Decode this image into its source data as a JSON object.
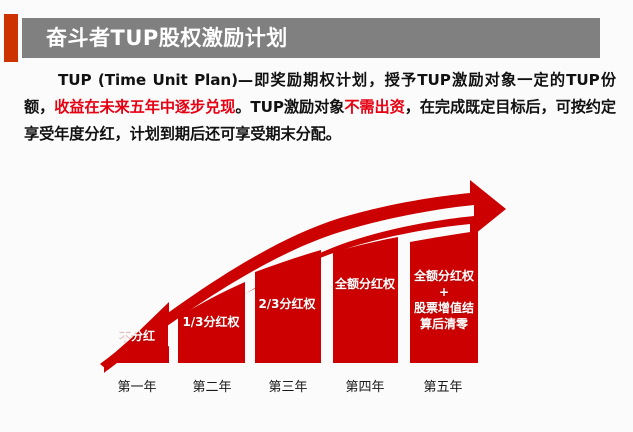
{
  "header": {
    "title": "奋斗者TUP股权激励计划",
    "band_color": "#808080",
    "accent_color": "#cc3300",
    "title_color": "#ffffff"
  },
  "body": {
    "segments": [
      {
        "text": "TUP (Time Unit Plan)—即奖励期权计划，授予TUP激励对象一定的TUP份额，",
        "highlight": false
      },
      {
        "text": "收益在未来五年中逐步兑现",
        "highlight": true
      },
      {
        "text": "。TUP激励对象",
        "highlight": false
      },
      {
        "text": "不需出资",
        "highlight": true
      },
      {
        "text": "，在完成既定目标后，可按约定享受年度分红，计划到期后还可享受期末分配。",
        "highlight": false
      }
    ],
    "highlight_color": "#e60012",
    "text_color": "#111111"
  },
  "chart_data": {
    "type": "bar",
    "title": "",
    "xlabel": "",
    "ylabel": "",
    "grid": false,
    "legend": null,
    "bar_color": "#cc0000",
    "arrow_color": "#cc0000",
    "arrow_direction": "ascending-right",
    "categories": [
      "第一年",
      "第二年",
      "第三年",
      "第四年",
      "第五年"
    ],
    "values": [
      1,
      2,
      3,
      4,
      5
    ],
    "bar_labels": [
      "不分红",
      "1/3分红权",
      "2/3分红权",
      "全额分红权",
      "全额分红权\n+\n股票增值结\n算后清零"
    ]
  }
}
